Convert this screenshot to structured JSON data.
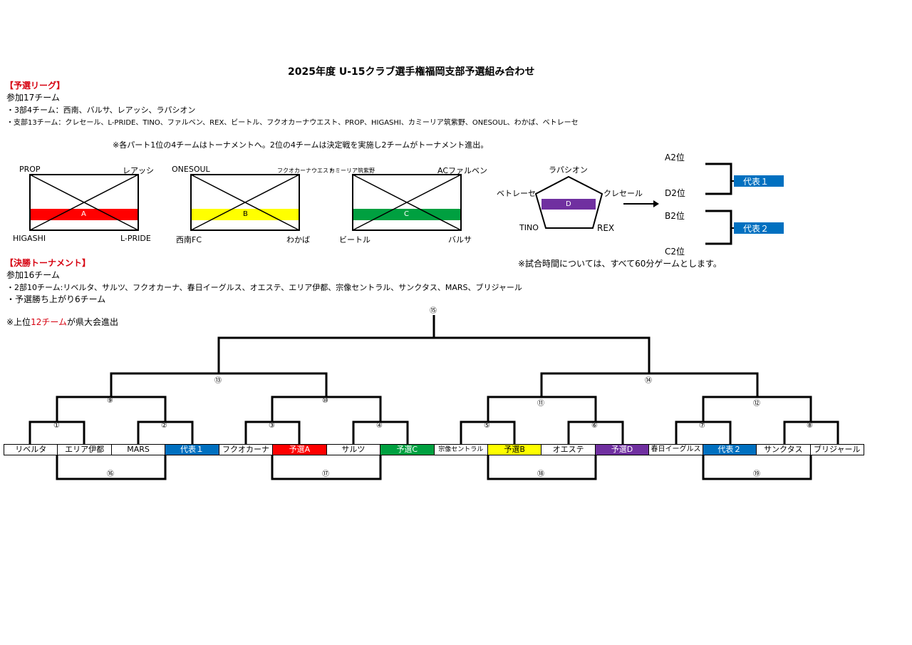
{
  "title": "2025年度 U-15クラブ選手権福岡支部予選組み合わせ",
  "colors": {
    "red": "#ff0000",
    "yellow": "#ffff00",
    "green": "#00a040",
    "purple": "#7030a0",
    "blue": "#0070c0",
    "heading": "#d6000f"
  },
  "league": {
    "heading": "【予選リーグ】",
    "count": "参加17チーム",
    "line1": "・3部4チーム：西南、バルサ、レアッシ、ラパシオン",
    "line2": "・支部13チーム：クレセール、L-PRIDE、TINO、ファルベン、REX、ビートル、フクオカーナウエスト、PROP、HIGASHI、カミーリア筑紫野、ONESOUL、わかば、ベトレーセ",
    "note": "※各パート1位の4チームはトーナメントへ。2位の4チームは決定戦を実施し2チームがトーナメント進出。",
    "groups": [
      {
        "label": "A",
        "tl": "PROP",
        "tr": "レアッシ",
        "bl": "HIGASHI",
        "br": "L-PRIDE"
      },
      {
        "label": "B",
        "tl": "ONESOUL",
        "tr": "フクオカーナウエスト",
        "bl": "西南FC",
        "br": "わかば"
      },
      {
        "label": "C",
        "tl": "カミーリア筑紫野",
        "tr": "ACファルベン",
        "bl": "ビートル",
        "br": "バルサ"
      }
    ],
    "pentagon": {
      "label": "D",
      "top": "ラパシオン",
      "left": "ベトレーセ",
      "right": "クレセール",
      "bl": "TINO",
      "br": "REX"
    },
    "playoff": {
      "a2": "A2位",
      "d2": "D2位",
      "b2": "B2位",
      "c2": "C2位",
      "rep1": "代表１",
      "rep2": "代表２"
    },
    "time_note": "※試合時間については、すべて60分ゲームとします。"
  },
  "tournament": {
    "heading": "【決勝トーナメント】",
    "count": "参加16チーム",
    "line1": "・2部10チーム:リベルタ、サルツ、フクオカーナ、春日イーグルス、オエステ、エリア伊都、宗像セントラル、サンクタス、MARS、ブリジャール",
    "line2": "・予選勝ち上がり6チーム",
    "note_prefix": "※上位",
    "note_red": "12チーム",
    "note_suffix": "が県大会進出",
    "slots": [
      {
        "name": "リベルタ",
        "bg": "",
        "fg": ""
      },
      {
        "name": "エリア伊都",
        "bg": "",
        "fg": ""
      },
      {
        "name": "MARS",
        "bg": "",
        "fg": ""
      },
      {
        "name": "代表１",
        "bg": "#0070c0",
        "fg": "#ffffff"
      },
      {
        "name": "フクオカーナ",
        "bg": "",
        "fg": ""
      },
      {
        "name": "予選A",
        "bg": "#ff0000",
        "fg": "#ffffff"
      },
      {
        "name": "サルツ",
        "bg": "",
        "fg": ""
      },
      {
        "name": "予選C",
        "bg": "#00a040",
        "fg": "#ffffff"
      },
      {
        "name": "宗像セントラル",
        "bg": "",
        "fg": ""
      },
      {
        "name": "予選B",
        "bg": "#ffff00",
        "fg": "#000000"
      },
      {
        "name": "オエステ",
        "bg": "",
        "fg": ""
      },
      {
        "name": "予選D",
        "bg": "#7030a0",
        "fg": "#ffffff"
      },
      {
        "name": "春日イーグルス",
        "bg": "",
        "fg": ""
      },
      {
        "name": "代表２",
        "bg": "#0070c0",
        "fg": "#ffffff"
      },
      {
        "name": "サンクタス",
        "bg": "",
        "fg": ""
      },
      {
        "name": "ブリジャール",
        "bg": "",
        "fg": ""
      }
    ],
    "match_numbers": [
      "①",
      "②",
      "③",
      "④",
      "⑤",
      "⑥",
      "⑦",
      "⑧",
      "⑨",
      "⑩",
      "⑪",
      "⑫",
      "⑬",
      "⑭",
      "⑮",
      "⑯",
      "⑰",
      "⑱",
      "⑲"
    ]
  }
}
